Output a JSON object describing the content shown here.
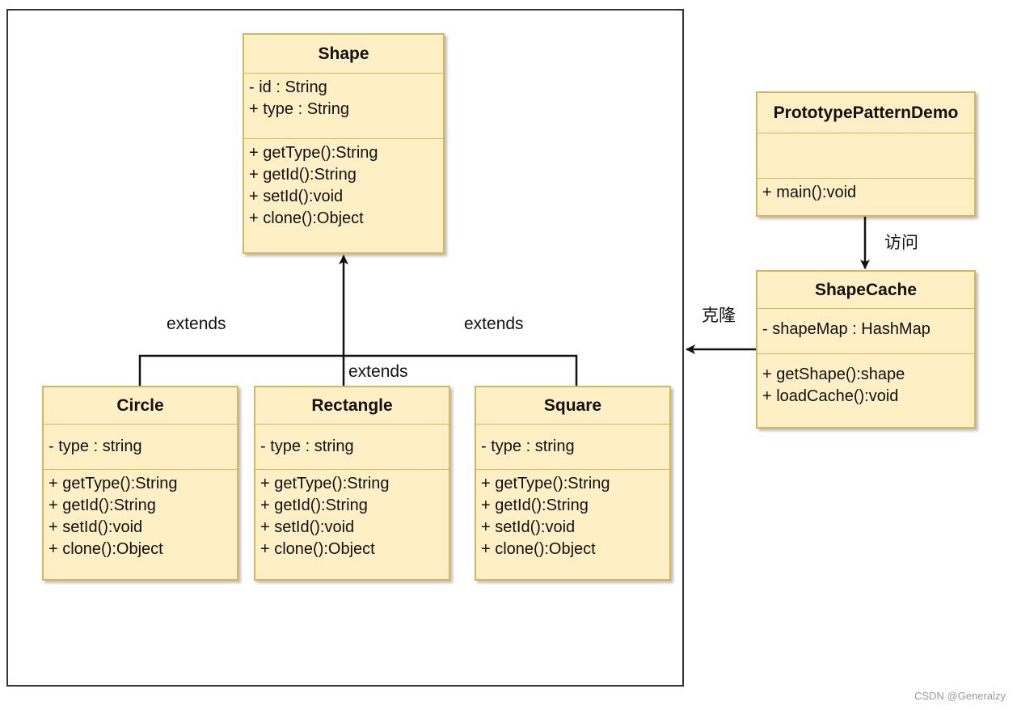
{
  "classes": {
    "shape": {
      "name": "Shape",
      "attributes": [
        "-  id : String",
        "+ type : String"
      ],
      "methods": [
        "+ getType():String",
        "+ getId():String",
        "+ setId():void",
        "+ clone():Object"
      ]
    },
    "circle": {
      "name": "Circle",
      "attributes": [
        "- type : string"
      ],
      "methods": [
        "+ getType():String",
        "+ getId():String",
        "+ setId():void",
        "+ clone():Object"
      ]
    },
    "rectangle": {
      "name": "Rectangle",
      "attributes": [
        "- type : string"
      ],
      "methods": [
        "+ getType():String",
        "+ getId():String",
        "+ setId():void",
        "+ clone():Object"
      ]
    },
    "square": {
      "name": "Square",
      "attributes": [
        "- type : string"
      ],
      "methods": [
        "+ getType():String",
        "+ getId():String",
        "+ setId():void",
        "+ clone():Object"
      ]
    },
    "demo": {
      "name": "PrototypePatternDemo",
      "attributes": [],
      "methods": [
        "+ main():void"
      ]
    },
    "cache": {
      "name": "ShapeCache",
      "attributes": [
        "- shapeMap : HashMap"
      ],
      "methods": [
        "+ getShape():shape",
        "+ loadCache():void"
      ]
    }
  },
  "relations": {
    "extends_left": "extends",
    "extends_center": "extends",
    "extends_right": "extends",
    "access": "访问",
    "clone": "克隆"
  },
  "watermark": "CSDN @Generalzy"
}
